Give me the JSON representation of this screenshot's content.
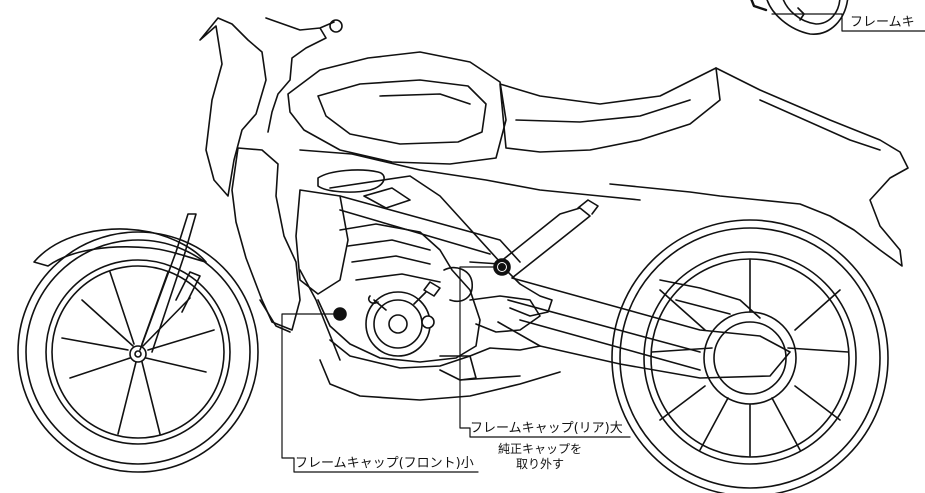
{
  "labels": {
    "top_right": "フレームキ",
    "rear": "フレームキャップ(リア)大",
    "rear_note": "純正キャップを\n取り外す",
    "front": "フレームキャップ(フロント)小"
  },
  "colors": {
    "line": "#111111",
    "background": "#ffffff",
    "marker_fill": "#111111"
  },
  "markers": [
    {
      "name": "rear-frame-cap-marker",
      "kind": "large"
    },
    {
      "name": "front-frame-cap-marker",
      "kind": "small"
    }
  ]
}
